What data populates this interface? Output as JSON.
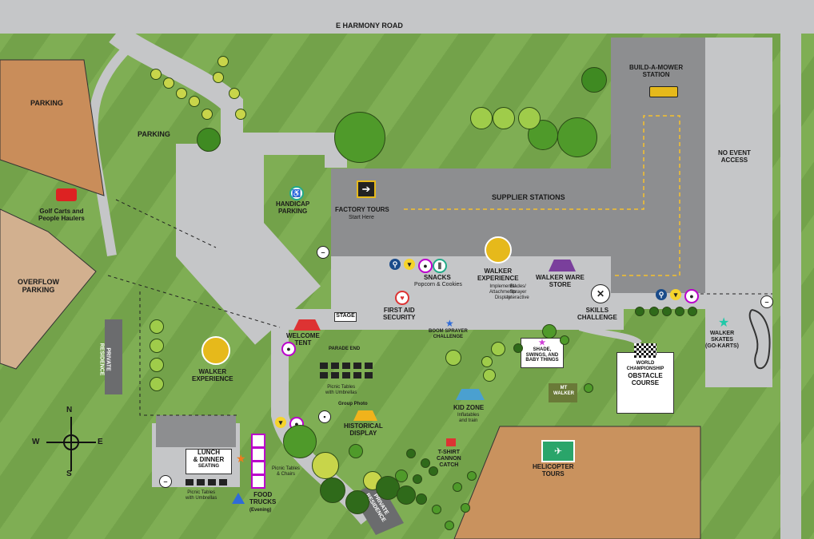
{
  "road_name": "E HARMONY ROAD",
  "labels": {
    "parking_top_left": "PARKING",
    "parking_mid": "PARKING",
    "golf_carts": "Golf Carts and\nPeople Haulers",
    "overflow_parking": "OVERFLOW\nPARKING",
    "build_a_mower": "BUILD-A-MOWER\nSTATION",
    "no_event_access": "NO EVENT\nACCESS",
    "supplier_stations": "SUPPLIER STATIONS",
    "handicap_parking": "HANDICAP\nPARKING",
    "factory_tours": "FACTORY TOURS",
    "factory_tours_sub": "Start Here",
    "snacks": "SNACKS",
    "snacks_sub": "Popcorn & Cookies",
    "walker_experience_top": "WALKER\nEXPERIENCE",
    "implements": "Implements/\nAttachments\nDisplay",
    "blades": "Blades/\nSprayer\nInteractive",
    "walker_ware_store": "WALKER WARE\nSTORE",
    "skills_challenge": "SKILLS\nCHALLENGE",
    "first_aid": "FIRST AID\nSECURITY",
    "stage": "STAGE",
    "welcome_tent": "WELCOME\nTENT",
    "boom_sprayer": "BOOM SPRAYER\nCHALLENGE",
    "parade_end": "PARADE END",
    "shade": "SHADE,\nSWINGS, AND\nBABY THINGS",
    "world_championship": "WORLD\nCHAMPIONSHIP",
    "obstacle_course": "OBSTACLE\nCOURSE",
    "walker_skates": "WALKER\nSKATES\n(GO-KARTS)",
    "private_residence_1": "PRIVATE\nRESIDENCE",
    "private_residence_2": "PRIVATE\nRESIDENCE",
    "walker_experience_left": "WALKER\nEXPERIENCE",
    "picnic_umbrellas_mid": "Picnic Tables\nwith Umbrellas",
    "group_photo": "Group Photo",
    "historical_display": "HISTORICAL\nDISPLAY",
    "kid_zone": "KID ZONE",
    "kid_zone_sub": "Inflatables\nand train",
    "mt_walker": "MT\nWALKER",
    "tshirt": "T-SHIRT\nCANNON\nCATCH",
    "helicopter_tours": "HELICOPTER\nTOURS",
    "lunch_dinner": "LUNCH\n& DINNER",
    "seating": "SEATING",
    "picnic_umbrellas_left": "Picnic Tables\nwith Umbrellas",
    "picnic_chairs": "Picnic Tables\n& Chairs",
    "food_trucks": "FOOD\nTRUCKS",
    "food_trucks_sub": "(Evening)"
  },
  "compass": {
    "n": "N",
    "s": "S",
    "e": "E",
    "w": "W"
  },
  "colors": {
    "grass": "#7fae54",
    "road": "#c5c6c8",
    "paved_lot": "#8d8e90",
    "parking_dirt": "#c98d5a",
    "overflow_dirt": "#d2b08f",
    "helicopter_field": "#c9925e",
    "path_dash": "#f6c12c"
  },
  "icons": [
    "wheelchair-icon",
    "arrow-right-icon",
    "restroom-icon",
    "snack-icon",
    "water-drop-icon",
    "utensils-icon",
    "medical-heart-icon",
    "wrench-icon",
    "checkered-flag-icon",
    "helicopter-icon",
    "tent-icon",
    "shirt-icon",
    "star-icon",
    "mower-icon",
    "golf-cart-icon",
    "no-entry-icon"
  ]
}
